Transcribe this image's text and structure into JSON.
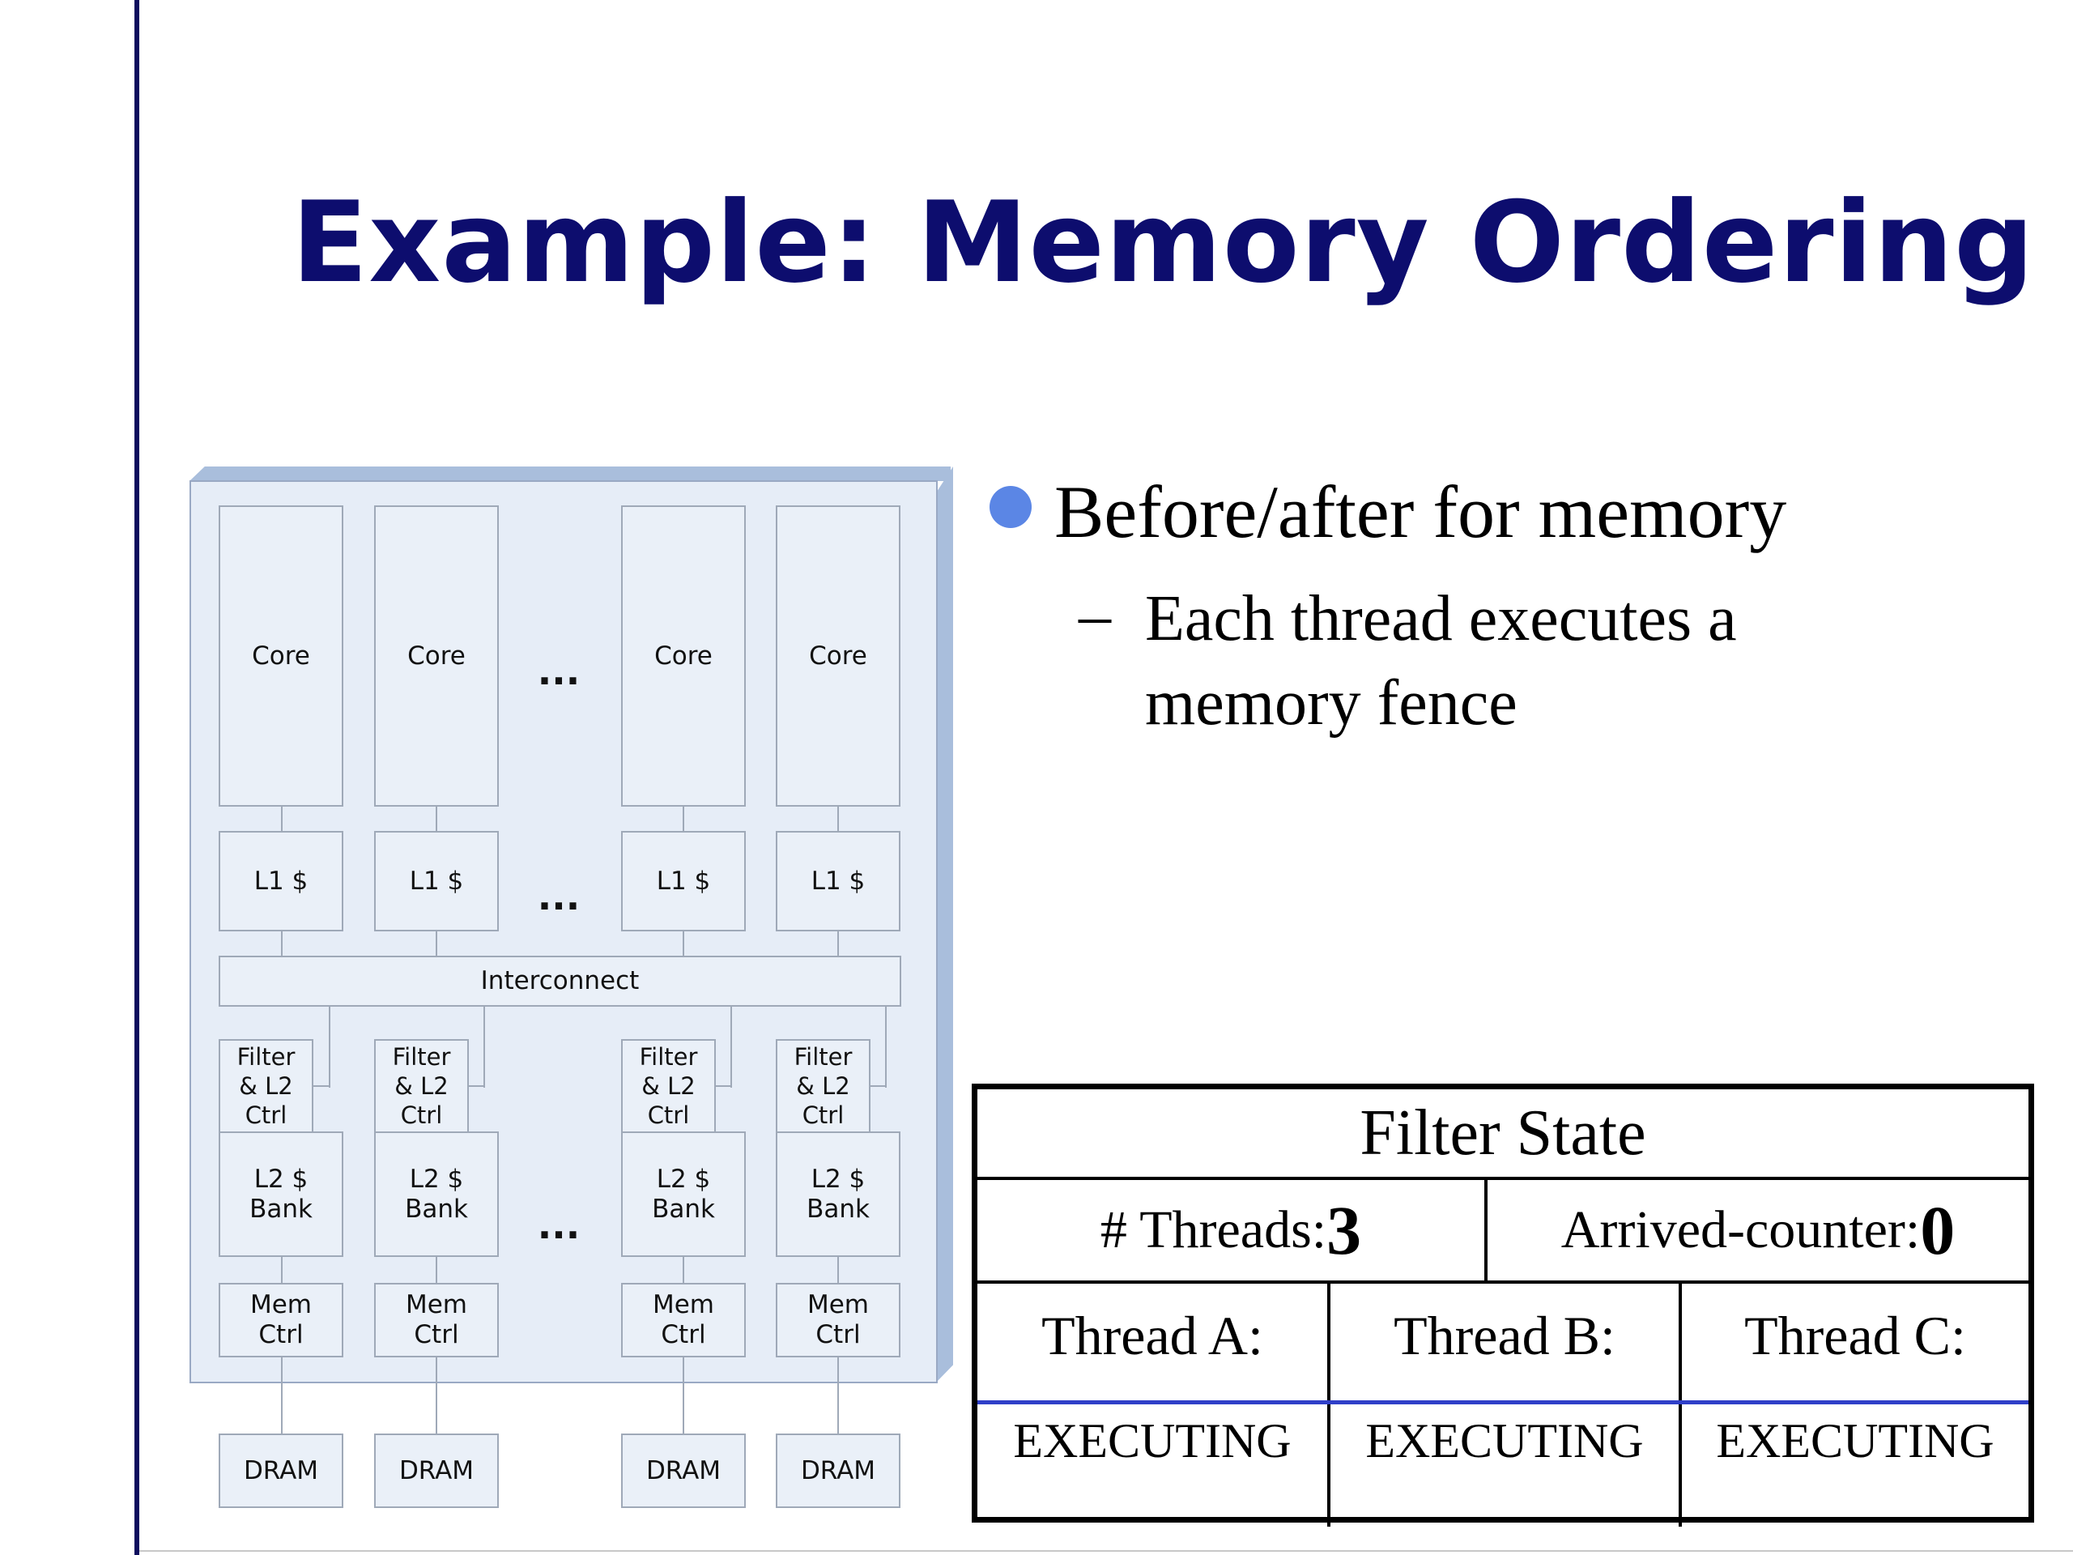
{
  "slide": {
    "title": "Example: Memory Ordering"
  },
  "diagram": {
    "cores": [
      "Core",
      "Core",
      "Core",
      "Core"
    ],
    "l1": [
      "L1 $",
      "L1 $",
      "L1 $",
      "L1 $"
    ],
    "interconnect": "Interconnect",
    "filters": [
      "Filter\n& L2\nCtrl",
      "Filter\n& L2\nCtrl",
      "Filter\n& L2\nCtrl",
      "Filter\n& L2\nCtrl"
    ],
    "l2_banks": [
      "L2 $\nBank",
      "L2 $\nBank",
      "L2 $\nBank",
      "L2 $\nBank"
    ],
    "mem_ctrls": [
      "Mem\nCtrl",
      "Mem\nCtrl",
      "Mem\nCtrl",
      "Mem\nCtrl"
    ],
    "drams": [
      "DRAM",
      "DRAM",
      "DRAM",
      "DRAM"
    ],
    "ellipsis": "..."
  },
  "bullets": {
    "main": "Before/after for memory",
    "dash": "–",
    "sub": "Each thread executes a memory fence"
  },
  "filter_table": {
    "title": "Filter State",
    "threads_label": "# Threads: ",
    "threads_value": "3",
    "arrived_label": "Arrived-counter: ",
    "arrived_value": "0",
    "threads": [
      {
        "name": "Thread A:",
        "state": "EXECUTING"
      },
      {
        "name": "Thread B:",
        "state": "EXECUTING"
      },
      {
        "name": "Thread C:",
        "state": "EXECUTING"
      }
    ]
  }
}
